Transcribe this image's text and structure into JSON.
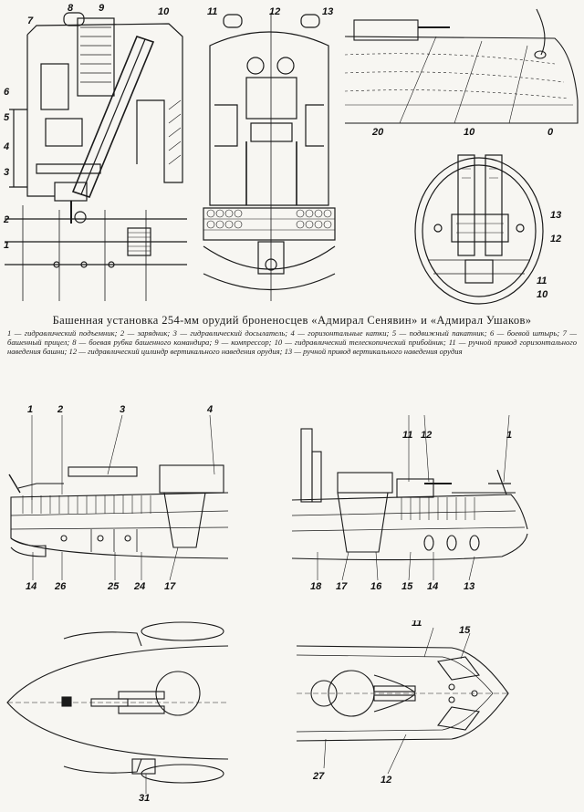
{
  "caption": {
    "title": "Башенная установка 254-мм орудий броненосцев «Адмирал Сенявин» и «Адмирал Ушаков»",
    "legend": "1 — гидравлический подъемник; 2 — зарядник; 3 — гидравлический досылатель; 4 — горизонтальные катки; 5 — подвижный пакатник; 6 — боевой штырь; 7 — башенный прицел; 8 — боевая рубка башенного командира; 9 — компрессор; 10 — гидравлический телескопический прибойник; 11 — ручной привод горизонтального наведения башни; 12 — гидравлический цилиндр вертикального наведения орудия; 13 — ручной привод вертикального наведения орудия"
  },
  "labels": {
    "turret_side": [
      "7",
      "8",
      "9",
      "10",
      "6",
      "5",
      "4",
      "3",
      "2",
      "1"
    ],
    "turret_front": [
      "11",
      "12",
      "13"
    ],
    "hull_scale": [
      "20",
      "10",
      "0"
    ],
    "turret_plan": [
      "13",
      "12",
      "11",
      "10"
    ],
    "bow_profile": [
      "1",
      "2",
      "3",
      "4",
      "14",
      "26",
      "25",
      "24",
      "17"
    ],
    "stern_profile": [
      "11",
      "12",
      "1",
      "18",
      "17",
      "16",
      "15",
      "14",
      "13"
    ],
    "bow_plan": [
      "31"
    ],
    "stern_plan": [
      "11",
      "15",
      "27",
      "12"
    ]
  },
  "colors": {
    "ink": "#1a1a1a",
    "paper": "#f7f6f2",
    "hatch": "#555555"
  }
}
